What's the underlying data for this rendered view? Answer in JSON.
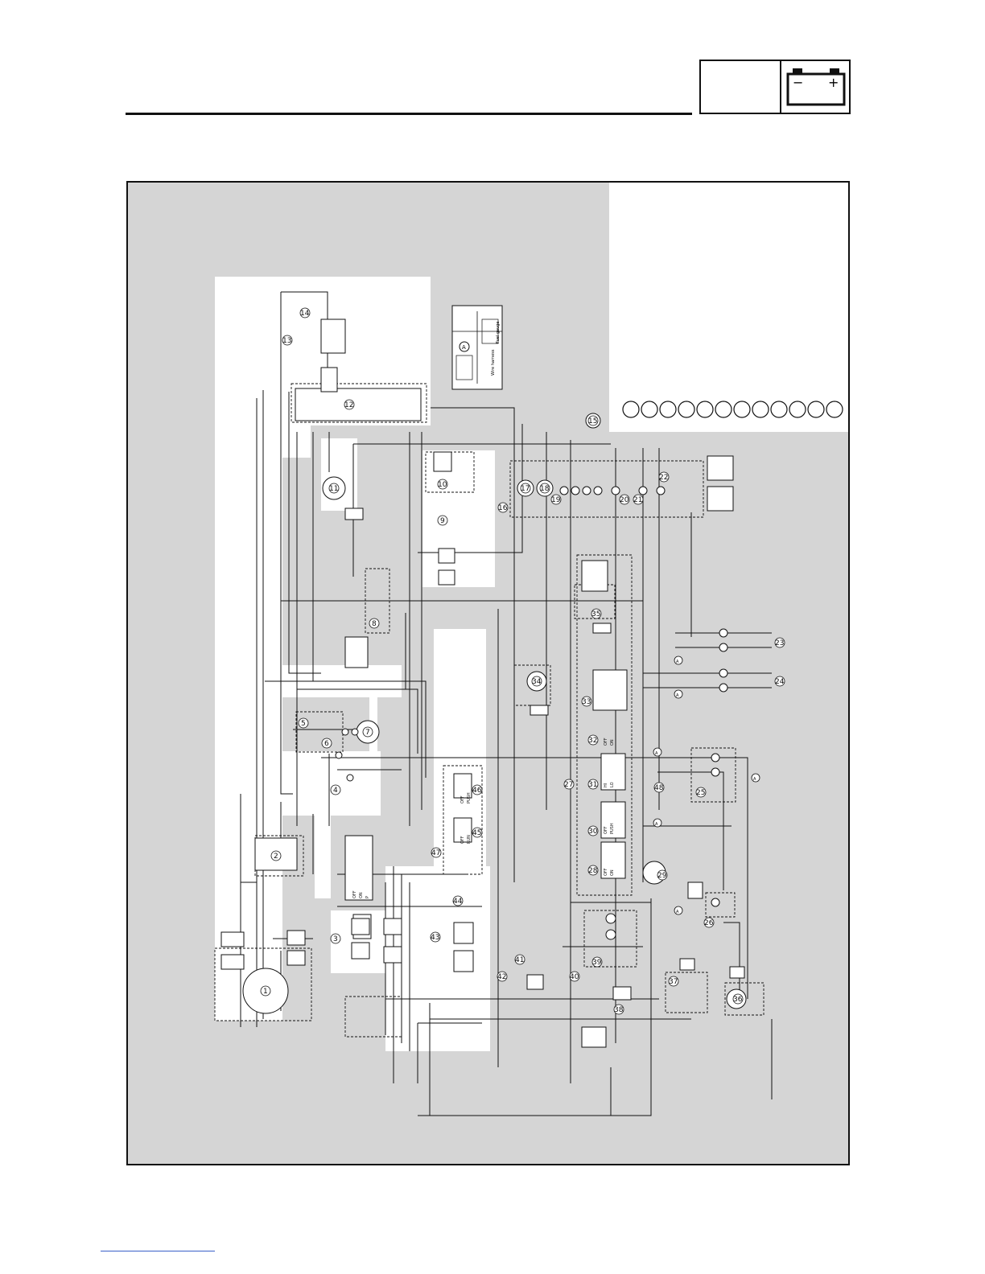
{
  "header": {
    "icon": "battery-icon",
    "battery_minus": "−",
    "battery_plus": "+"
  },
  "diagram": {
    "component_numbers": [
      "1",
      "2",
      "3",
      "4",
      "5",
      "6",
      "7",
      "8",
      "9",
      "10",
      "11",
      "12",
      "13",
      "14",
      "15",
      "16",
      "17",
      "18",
      "19",
      "20",
      "21",
      "22",
      "23",
      "24",
      "25",
      "26",
      "27",
      "28",
      "29",
      "30",
      "31",
      "32",
      "33",
      "34",
      "35",
      "36",
      "37",
      "38",
      "39",
      "40",
      "41",
      "42",
      "43",
      "44",
      "45",
      "46",
      "47",
      "48"
    ],
    "connector_callout": "A",
    "connector_labels": {
      "wire_harness": "Wire harness",
      "fuel_gauge": "Fuel gauge"
    },
    "switch_labels": {
      "off": "OFF",
      "on": "ON",
      "push": "PUSH",
      "run": "RUN",
      "hi": "HI",
      "lo": "LO",
      "p": "P"
    },
    "legend_circle_count": 12,
    "colors": {
      "shaded_area": "#d5d5d5",
      "white_area": "#ffffff",
      "line": "#111111"
    }
  }
}
